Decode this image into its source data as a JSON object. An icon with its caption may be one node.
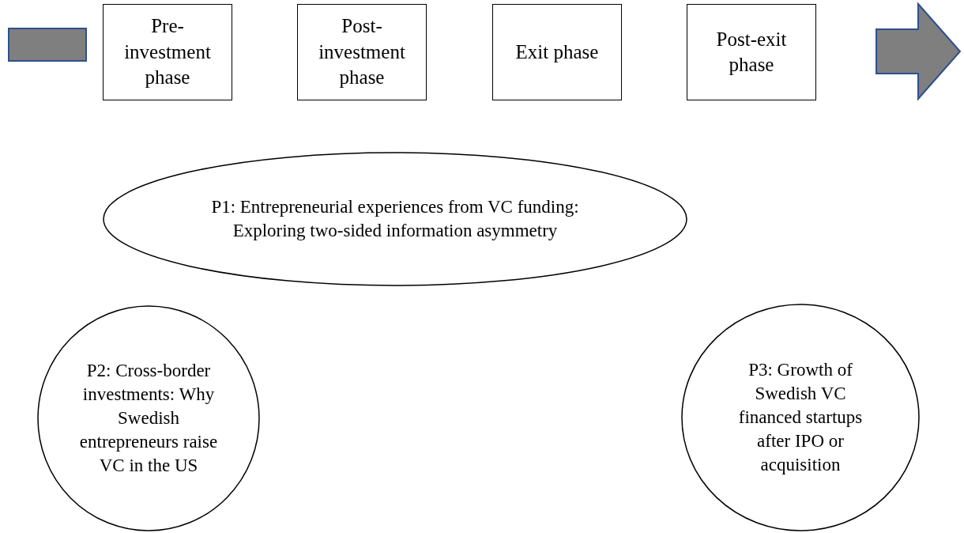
{
  "diagram": {
    "nodes": [
      {
        "text": [],
        "shape": "bar"
      },
      {
        "text": [
          "Pre-investment phase"
        ]
      },
      {
        "text": [
          "Post-investment phase"
        ]
      },
      {
        "text": [
          "Exit phase"
        ]
      },
      {
        "text": [
          "Post-exit phase"
        ]
      },
      {
        "text": [],
        "shape": "arrow"
      },
      {
        "text": [
          "P1: Entrepreneurial experiences from VC funding: Exploring two-sided information asymmetry"
        ]
      },
      {
        "text": [
          "P2: Cross-border investments: Why Swedish entrepreneurs raise VC in the US"
        ]
      },
      {
        "text": [
          "P3: Growth of Swedish VC financed startups after IPO or acquisition"
        ]
      }
    ]
  }
}
